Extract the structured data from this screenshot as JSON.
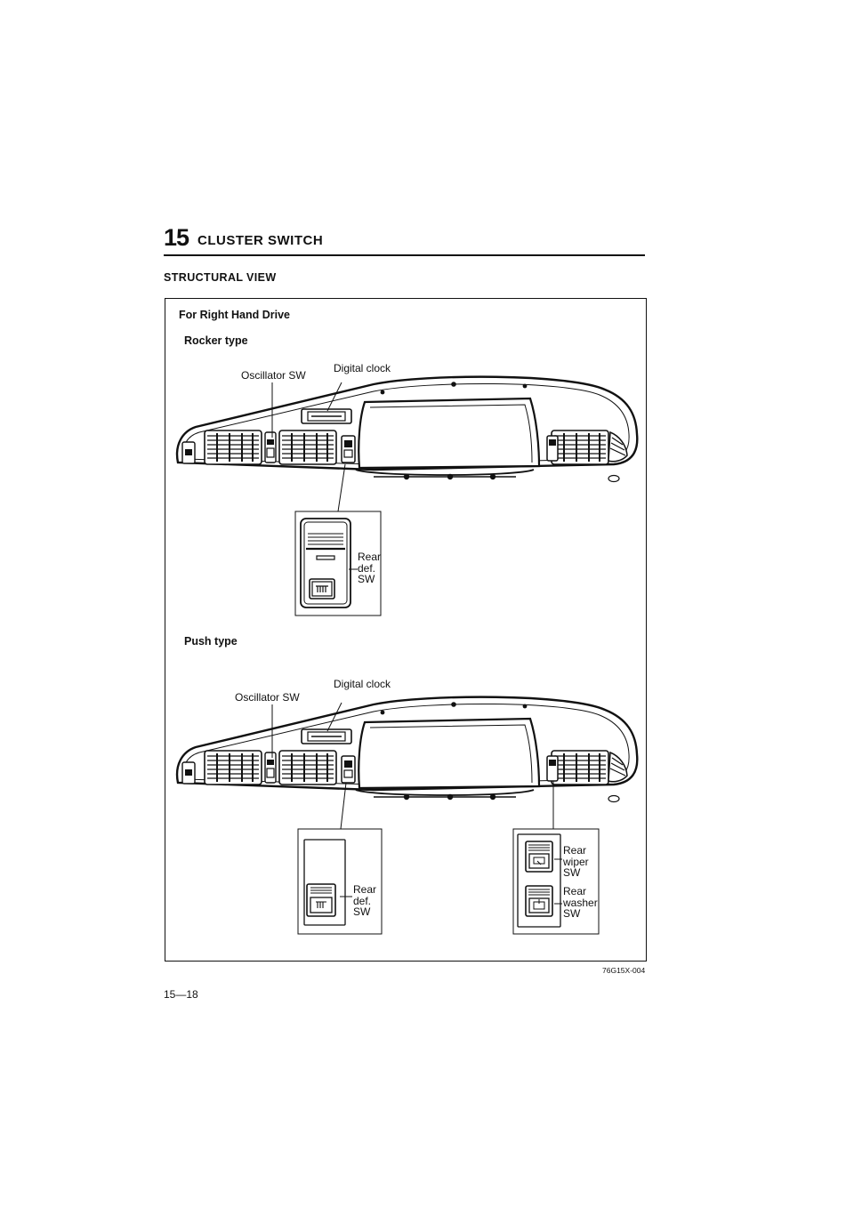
{
  "header": {
    "chapter_number": "15",
    "chapter_title": "CLUSTER SWITCH"
  },
  "section": {
    "title": "STRUCTURAL VIEW"
  },
  "figure": {
    "drive_heading": "For Right Hand Drive",
    "rocker": {
      "heading": "Rocker type",
      "oscillator_label": "Oscillator SW",
      "clock_label": "Digital clock",
      "rear_def_label": [
        "Rear",
        "def.",
        "SW"
      ]
    },
    "push": {
      "heading": "Push type",
      "oscillator_label": "Oscillator SW",
      "clock_label": "Digital clock",
      "rear_def_label": [
        "Rear",
        "def.",
        "SW"
      ],
      "rear_wiper_label": [
        "Rear",
        "wiper",
        "SW"
      ],
      "rear_washer_label": [
        "Rear",
        "washer",
        "SW"
      ]
    },
    "code": "76G15X-004"
  },
  "footer": {
    "page_number": "15—18"
  }
}
